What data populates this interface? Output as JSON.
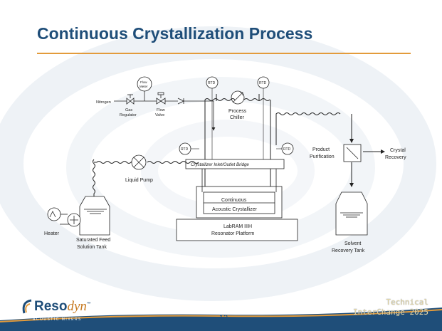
{
  "slide": {
    "title": "Continuous Crystallization Process",
    "page_number": "13"
  },
  "diagram": {
    "nitrogen": "Nitrogen",
    "flow_meter_l1": "Flow",
    "flow_meter_l2": "Meter",
    "gas_regulator_l1": "Gas",
    "gas_regulator_l2": "Regulator",
    "flow_valve_l1": "Flow",
    "flow_valve_l2": "Valve",
    "rtd": "RTD",
    "process_chiller_l1": "Process",
    "process_chiller_l2": "Chiller",
    "bridge": "Crystallizer Inlet/Outlet Bridge",
    "liquid_pump": "Liquid Pump",
    "crystallizer_l1": "Continuous",
    "crystallizer_l2": "Acoustic Crystallizer",
    "platform_l1": "LabRAM IIIH",
    "platform_l2": "Resonator Platform",
    "heater": "Heater",
    "feed_tank_l1": "Saturated Feed",
    "feed_tank_l2": "Solution Tank",
    "purification_l1": "Product",
    "purification_l2": "Purification",
    "crystal_recovery_l1": "Crystal",
    "crystal_recovery_l2": "Recovery",
    "solvent_tank_l1": "Solvent",
    "solvent_tank_l2": "Recovery Tank"
  },
  "logo": {
    "main": "Reso",
    "script": "dyn",
    "tm": "™",
    "sub": "ACOUSTIC MIXERS"
  },
  "event": {
    "line1": "Technical",
    "line2": "InterChange 2025"
  },
  "colors": {
    "title": "#1f4e79",
    "accent_rule": "#e39b3b",
    "footer": "#1f4e79"
  }
}
